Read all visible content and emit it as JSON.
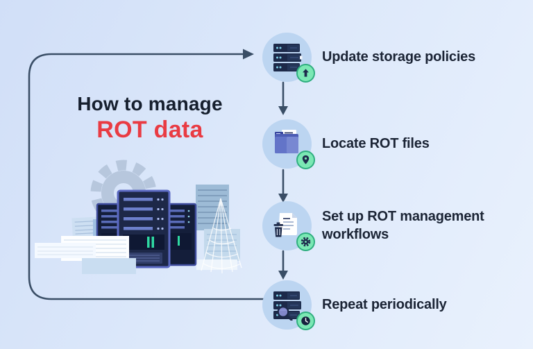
{
  "title": {
    "line1": "How to manage",
    "line2": "ROT data"
  },
  "steps": [
    {
      "label": "Update storage policies",
      "icon": "server-icon",
      "badge": "upload-arrow-icon"
    },
    {
      "label": "Locate ROT files",
      "icon": "folder-icon",
      "badge": "location-pin-icon"
    },
    {
      "label": "Set up ROT management workflows",
      "icon": "document-trash-icon",
      "badge": "gear-icon"
    },
    {
      "label": "Repeat periodically",
      "icon": "server-search-icon",
      "badge": "clock-icon"
    }
  ],
  "illustration": {
    "elements": [
      "gear",
      "server-racks",
      "paper-stacks",
      "cobweb"
    ]
  },
  "colors": {
    "accent_red": "#e93b43",
    "text_dark": "#1b2435",
    "arrow": "#3a4e66",
    "badge_green": "#7be8b4",
    "badge_green_border": "#2fae7f",
    "icon_circle": "#bcd5f1",
    "server_navy": "#1c2949",
    "server_purple": "#5b69c2"
  }
}
